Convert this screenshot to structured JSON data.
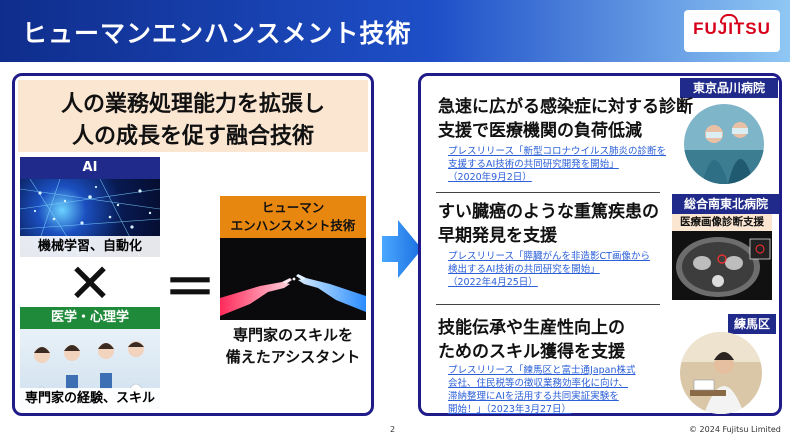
{
  "header": {
    "title": "ヒューマンエンハンスメント技術",
    "logo": "FUJITSU",
    "brand_color": "#d7001a"
  },
  "left": {
    "heading_lines": [
      "人の業務処理能力を拡張し",
      "人の成長を促す融合技術"
    ],
    "ai": {
      "tag": "AI",
      "caption": "機械学習、自動化"
    },
    "medical": {
      "tag": "医学・心理学",
      "caption": "専門家の経験、スキル"
    },
    "operators": {
      "cross": "✕",
      "equals": "＝"
    },
    "human": {
      "tag_lines": [
        "ヒューマン",
        "エンハンスメント技術"
      ],
      "caption_lines": [
        "専門家のスキルを",
        "備えたアシスタント"
      ]
    }
  },
  "right": {
    "sections": [
      {
        "hospital": "東京品川病院",
        "title_lines": [
          "急速に広がる感染症に対する診断",
          "支援で医療機関の負荷低減"
        ],
        "press_lines": [
          "プレスリリース「新型コロナウイルス肺炎の診断を",
          "支援するAI技術の共同研究開発を開始」",
          "（2020年9月2日）"
        ]
      },
      {
        "hospital": "総合南東北病院",
        "image_label": "医療画像診断支援",
        "title_lines": [
          "すい臓癌のような重篤疾患の",
          "早期発見を支援"
        ],
        "press_lines": [
          "プレスリリース「膵臓がんを非造影CT画像から",
          "検出するAI技術の共同研究を開始」",
          "（2022年4月25日）"
        ]
      },
      {
        "hospital": "練馬区",
        "title_lines": [
          "技能伝承や生産性向上の",
          "ためのスキル獲得を支援"
        ],
        "press_lines": [
          "プレスリリース「練馬区と富士通Japan株式",
          "会社、住民税等の徴収業務効率化に向け、",
          "滞納整理にAIを活用する共同実証実験を",
          "開始！」（2023年3月27日）"
        ]
      }
    ]
  },
  "footer": {
    "page": "2",
    "copyright": "© 2024  Fujitsu Limited"
  },
  "colors": {
    "navy": "#1f2a8a",
    "green": "#1f8a3a",
    "orange": "#e8870f",
    "link": "#2a5fd8",
    "heading_bg": "#fbe6d2"
  }
}
